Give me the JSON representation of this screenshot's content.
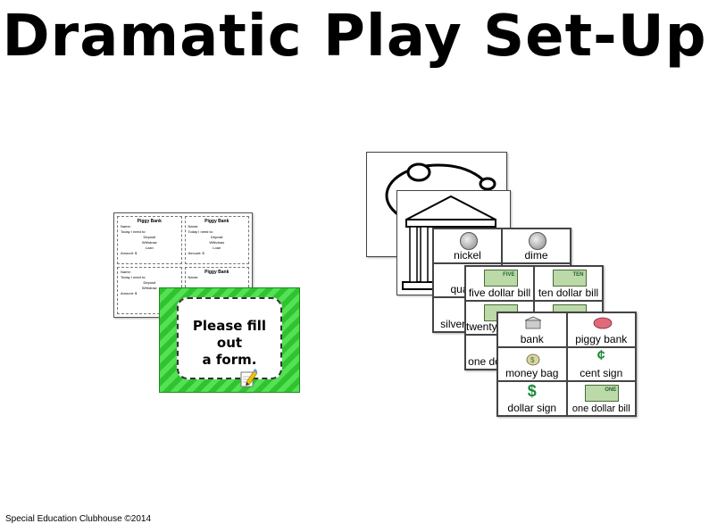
{
  "title": "Dramatic Play Set-Up",
  "footer": "Special Education Clubhouse ©2014",
  "forms": {
    "title": "Piggy Bank",
    "name_label": "Name:",
    "today_label": "Today I need to:",
    "options": [
      "Deposit",
      "Withdraw",
      "Loan"
    ],
    "amount_label": "Amount: $"
  },
  "prompt_card": {
    "text_line1": "Please fill out",
    "text_line2": "a form."
  },
  "sheets": {
    "coins": {
      "cells": [
        "nickel",
        "dime",
        "quarter",
        "",
        "silver dollar",
        ""
      ]
    },
    "bills": {
      "cells": [
        "five dollar bill",
        "ten dollar bill",
        "twenty dollar bill",
        "",
        "one dollar bill",
        ""
      ],
      "bill_marks": [
        "FIVE",
        "TEN",
        "",
        ""
      ]
    },
    "bank": {
      "cells": [
        "bank",
        "piggy bank",
        "money bag",
        "cent sign",
        "dollar sign",
        "one dollar bill"
      ],
      "icon_marks": [
        "ONE"
      ]
    }
  }
}
